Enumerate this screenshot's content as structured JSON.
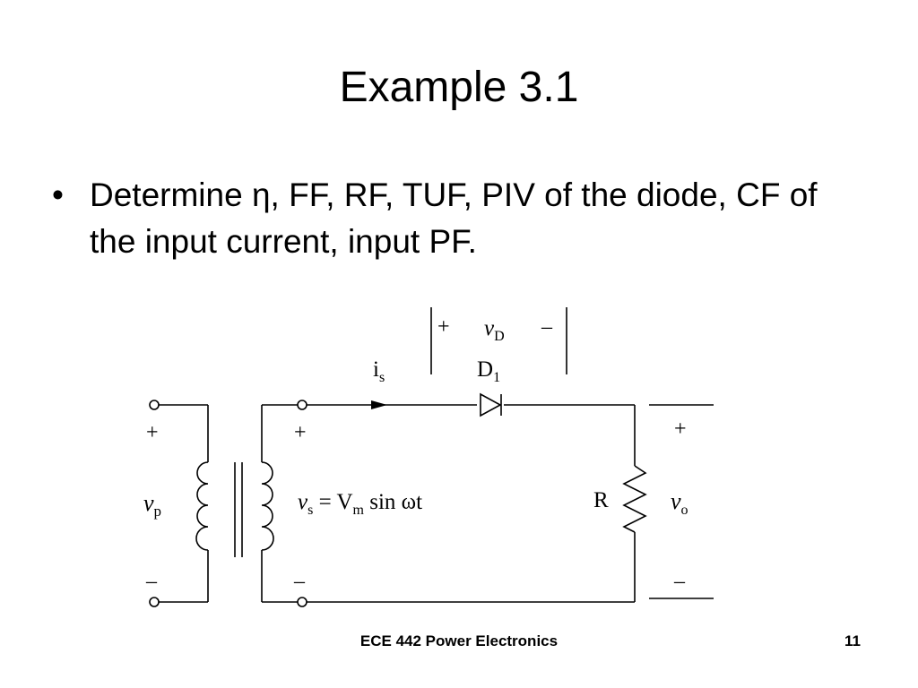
{
  "slide": {
    "title": "Example 3.1",
    "bullet_symbol": "•",
    "bullet_text": "Determine η, FF, RF, TUF, PIV of the diode, CF of the input current, input PF."
  },
  "circuit": {
    "primary_voltage": "v",
    "primary_voltage_sub": "p",
    "secondary_equation_v": "v",
    "secondary_equation_v_sub": "s",
    "secondary_equation_eq": " = V",
    "secondary_equation_vm_sub": "m",
    "secondary_equation_rest": " sin ωt",
    "source_current": "i",
    "source_current_sub": "s",
    "diode_label": "D",
    "diode_label_sub": "1",
    "diode_voltage": "v",
    "diode_voltage_sub": "D",
    "resistor_label": "R",
    "output_voltage": "v",
    "output_voltage_sub": "o",
    "plus": "+",
    "minus": "–"
  },
  "footer": {
    "course_title": "ECE 442 Power Electronics",
    "page_number": "11"
  }
}
